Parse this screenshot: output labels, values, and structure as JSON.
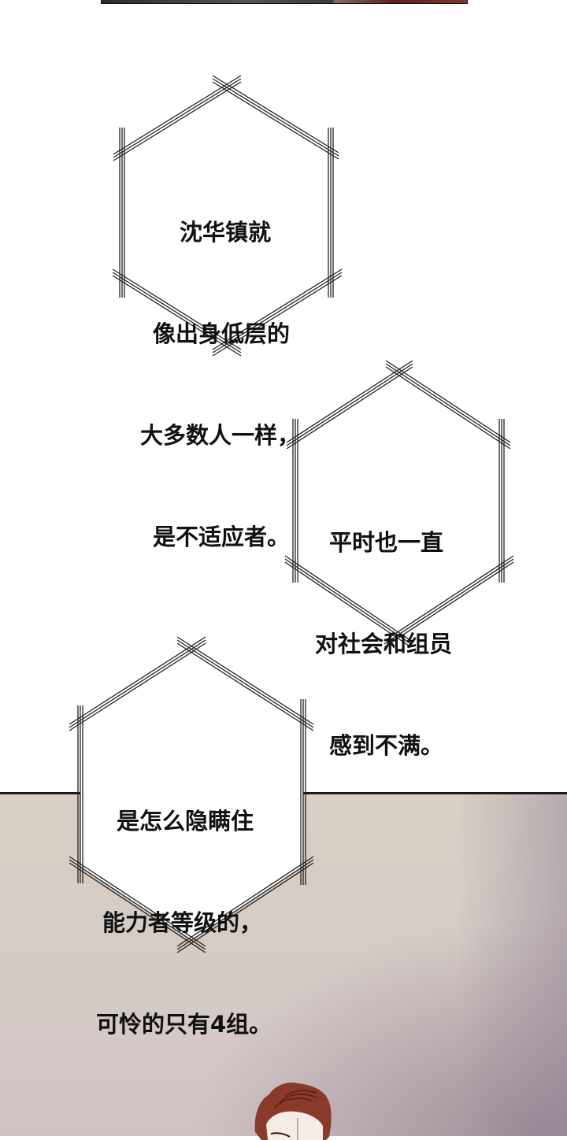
{
  "top_panel": {
    "description": "bottom edge of previous comic panel"
  },
  "bubbles": [
    {
      "id": "bubble-1",
      "lines": [
        "沈华镇就",
        "像出身低层的",
        "大多数人一样，",
        "是不适应者。"
      ],
      "indent": [
        1,
        1,
        0,
        1
      ]
    },
    {
      "id": "bubble-2",
      "lines": [
        "平时也一直",
        "对社会和组员",
        "感到不满。"
      ],
      "indent": [
        1,
        0,
        1
      ]
    },
    {
      "id": "bubble-3",
      "lines": [
        "是怎么隐瞒住",
        "能力者等级的，",
        "可怜的只有4组。"
      ],
      "indent": [
        1,
        0,
        0
      ]
    }
  ],
  "lower_panel": {
    "background_color": "#d6cdc6",
    "character": "red-brown haired man, top of head visible"
  },
  "colors": {
    "hair": "#8a3a2a",
    "bubble_border": "#222222",
    "panel_border": "#1a1a1a"
  }
}
